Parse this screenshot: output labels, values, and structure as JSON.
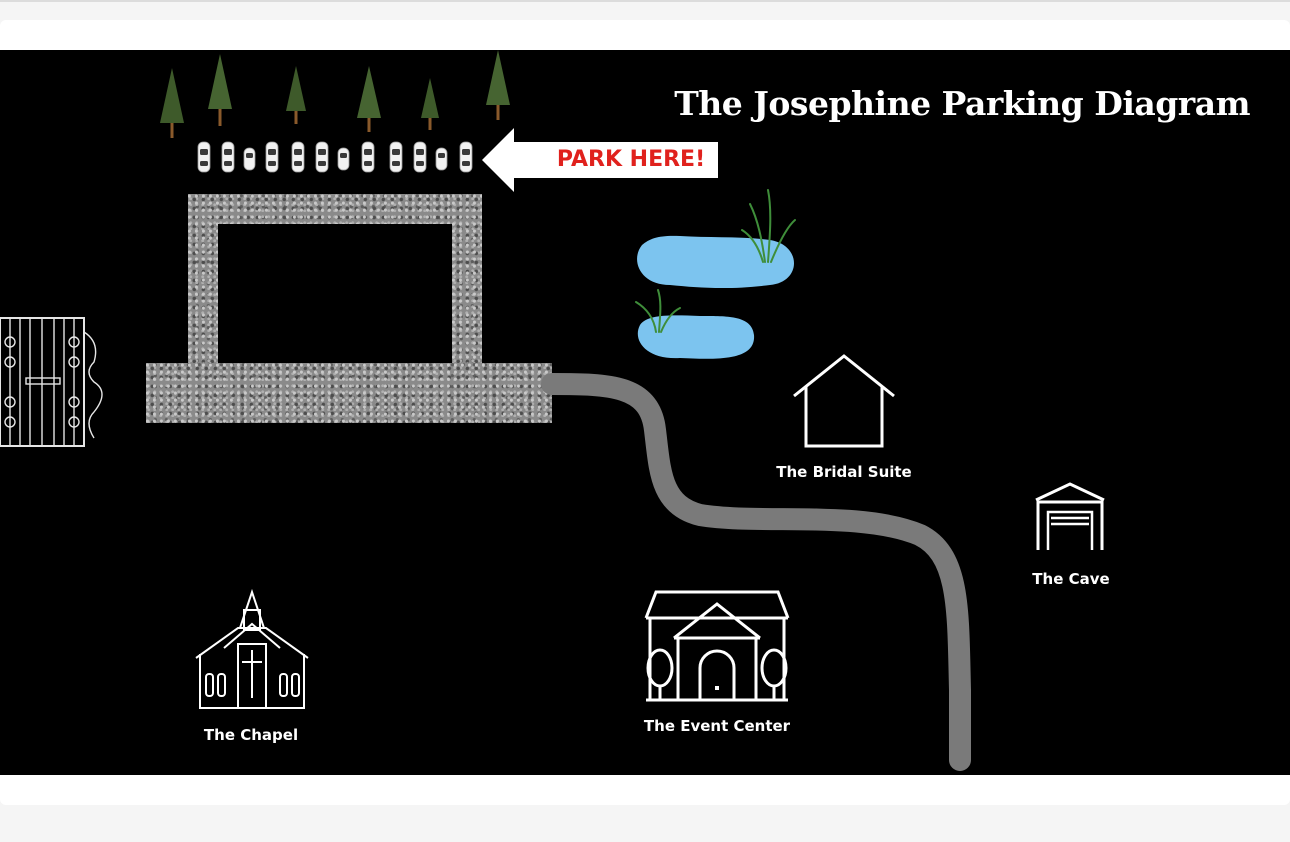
{
  "map": {
    "title": "The Josephine Parking Diagram",
    "park_sign": "PARK HERE!",
    "locations": {
      "bridal_suite": "The Bridal Suite",
      "cave": "The Cave",
      "chapel": "The Chapel",
      "event_center": "The Event Center"
    }
  },
  "colors": {
    "background": "#000000",
    "sign_text": "#e0211d",
    "path": "#7a7a7a",
    "pond": "#7cc4ef"
  },
  "icons": [
    "pine-tree-icon",
    "car-icon",
    "arrow-left-icon",
    "pond-icon",
    "house-icon",
    "garage-icon",
    "church-icon",
    "event-center-icon",
    "gate-icon"
  ]
}
